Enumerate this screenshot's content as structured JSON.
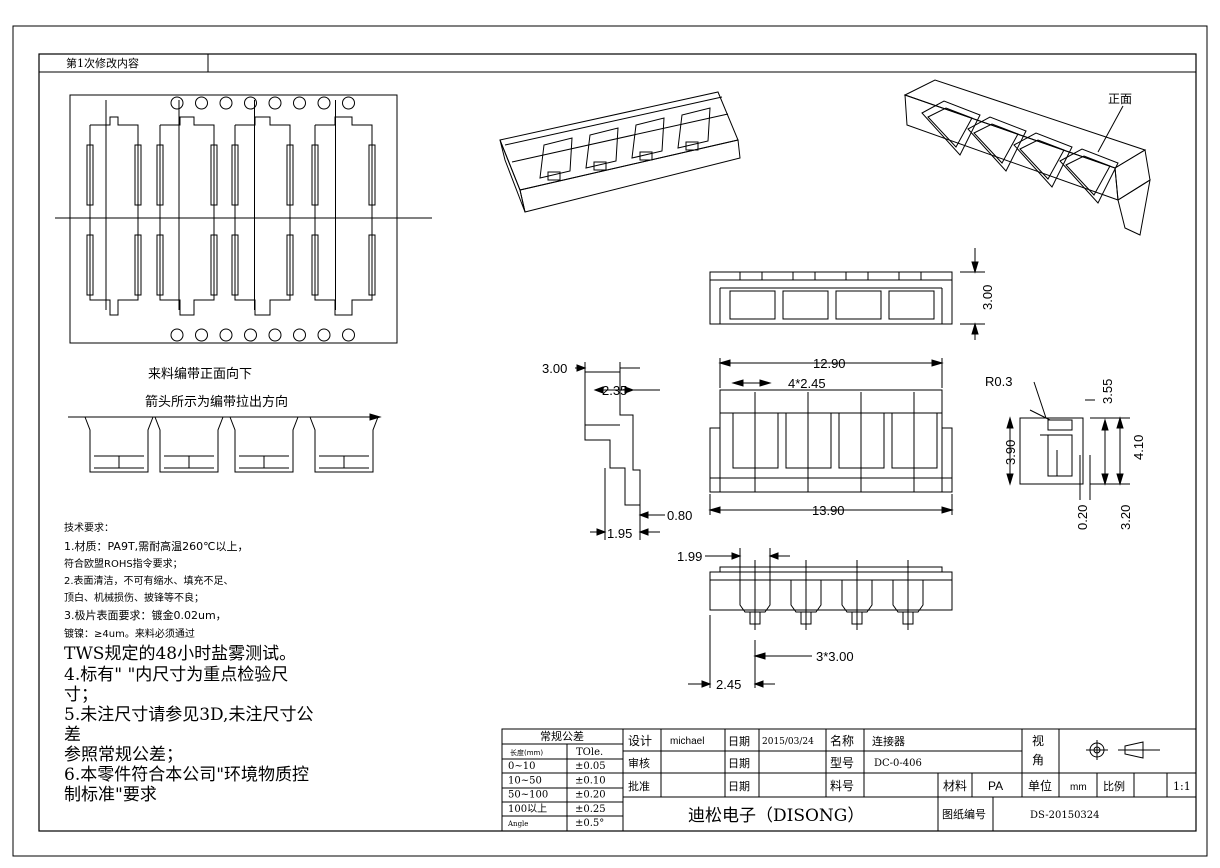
{
  "revision_label": "第1次修改内容",
  "notes": {
    "feed_direction": "来料编带正面向下",
    "arrow_direction": "箭头所示为编带拉出方向",
    "front_label": "正面"
  },
  "tech_requirements": {
    "heading": "技术要求：",
    "lines": [
      "1.材质：PA9T,需耐高温260℃以上，",
      "符合欧盟ROHS指令要求；",
      "2.表面清洁，不可有缩水、填充不足、",
      "顶白、机械损伤、披锋等不良；",
      "3.极片表面要求：镀金0.02um，",
      "镀镍：≥4um。来料必须通过"
    ],
    "big_lines": [
      "TWS规定的48小时盐雾测试。",
      "4.标有\"     \"内尺寸为重点检验尺",
      "寸；",
      "5.未注尺寸请参见3D,未注尺寸公",
      "差",
      "参照常规公差；",
      "6.本零件符合本公司\"环境物质控",
      "制标准\"要求"
    ]
  },
  "dimensions": {
    "side_height": "3.00",
    "side_top": "3.00",
    "side_inner": "2.35",
    "side_bottom_w": "1.95",
    "side_tab": "0.80",
    "overall_top": "12.90",
    "pitch_note": "4*2.45",
    "overall_bottom": "13.90",
    "radius": "R0.3",
    "h1": "3.90",
    "h2": "3.55",
    "h3": "4.10",
    "h4": "3.20",
    "h5": "0.20",
    "bottom_w": "1.99",
    "bottom_pitch": "3*3.00",
    "bottom_offset": "2.45"
  },
  "tolerance": {
    "title": "常规公差",
    "col_length": "长度(mm)",
    "col_tol": "TOle.",
    "rows": [
      {
        "range": "0~10",
        "tol": "±0.05"
      },
      {
        "range": "10~50",
        "tol": "±0.10"
      },
      {
        "range": "50~100",
        "tol": "±0.20"
      },
      {
        "range": "100以上",
        "tol": "±0.25"
      },
      {
        "range": "Angle",
        "tol": "±0.5°"
      }
    ]
  },
  "title_block": {
    "design_label": "设计",
    "designer": "michael",
    "date_label": "日期",
    "date_value": "2015/03/24",
    "name_label": "名称",
    "name_value": "连接器",
    "review_label": "审核",
    "model_label": "型号",
    "model_value": "DC-0-406",
    "approve_label": "批准",
    "part_label": "料号",
    "material_label": "材料",
    "material_value": "PA",
    "view_label_1": "视",
    "view_label_2": "角",
    "unit_label": "单位",
    "unit_value": "mm",
    "scale_label": "比例",
    "scale_value": "1:1",
    "company": "迪松电子（DISONG）",
    "drawing_no_label": "图纸编号",
    "drawing_no_value": "DS-20150324"
  }
}
